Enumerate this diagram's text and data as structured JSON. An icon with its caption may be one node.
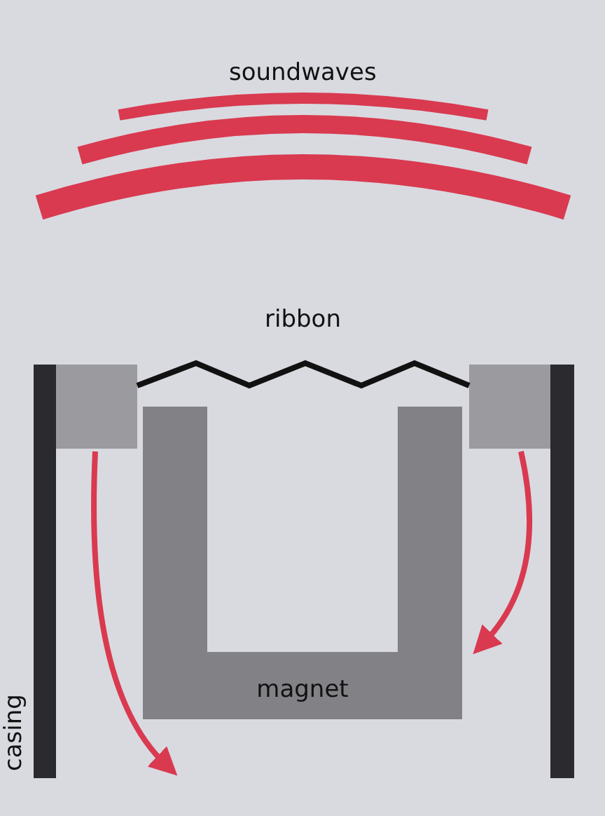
{
  "diagram": {
    "nodes": [
      {
        "text": [
          "magnet"
        ]
      }
    ],
    "edges": [],
    "labels": [
      "soundwaves",
      "ribbon",
      "casing"
    ]
  }
}
